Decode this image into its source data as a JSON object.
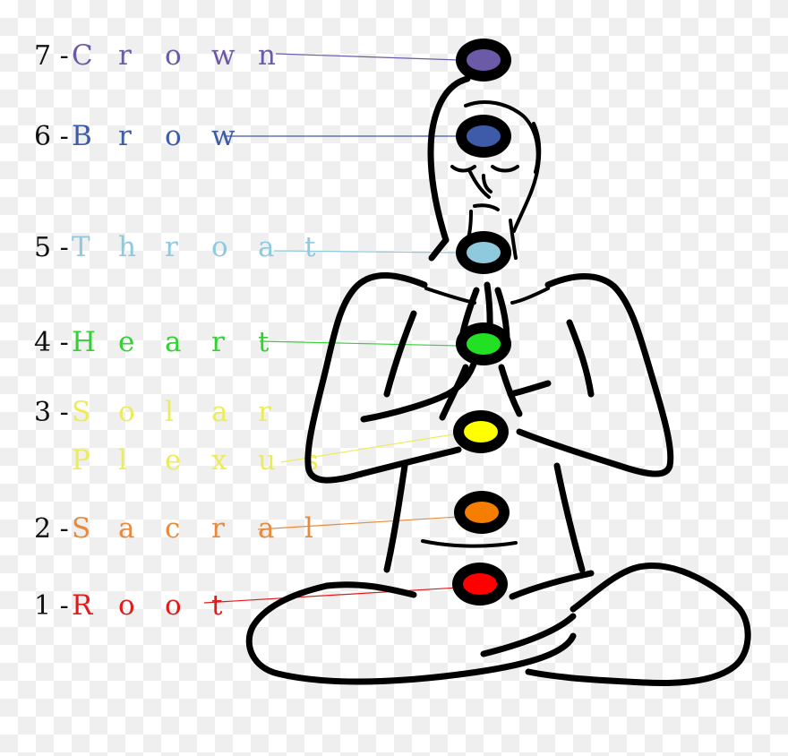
{
  "chakras": [
    {
      "number": "7 -",
      "letters": [
        "C",
        "r",
        "o",
        "w",
        "n"
      ],
      "color": "#6b5aa8",
      "fill": "#6b5aa8"
    },
    {
      "number": "6 -",
      "letters": [
        "B",
        "r",
        "o",
        "w"
      ],
      "color": "#3d5ba8",
      "fill": "#3d5ba8"
    },
    {
      "number": "5 -",
      "letters": [
        "T",
        "h",
        "r",
        "o",
        "a",
        "t"
      ],
      "color": "#8fc9de",
      "fill": "#8fc9de"
    },
    {
      "number": "4 -",
      "letters": [
        "H",
        "e",
        "a",
        "r",
        "t"
      ],
      "color": "#33d133",
      "fill": "#22e022"
    },
    {
      "number": "3 -",
      "letters": [
        "S",
        "o",
        "l",
        "a",
        "r"
      ],
      "letters2": [
        "P",
        "l",
        "e",
        "x",
        "u",
        "s"
      ],
      "color": "#ecec5a",
      "fill": "#ffff00"
    },
    {
      "number": "2 -",
      "letters": [
        "S",
        "a",
        "c",
        "r",
        "a",
        "l"
      ],
      "color": "#e88a3c",
      "fill": "#f57d00"
    },
    {
      "number": "1 -",
      "letters": [
        "R",
        "o",
        "o",
        "t"
      ],
      "color": "#e11a1a",
      "fill": "#ff0000"
    }
  ]
}
